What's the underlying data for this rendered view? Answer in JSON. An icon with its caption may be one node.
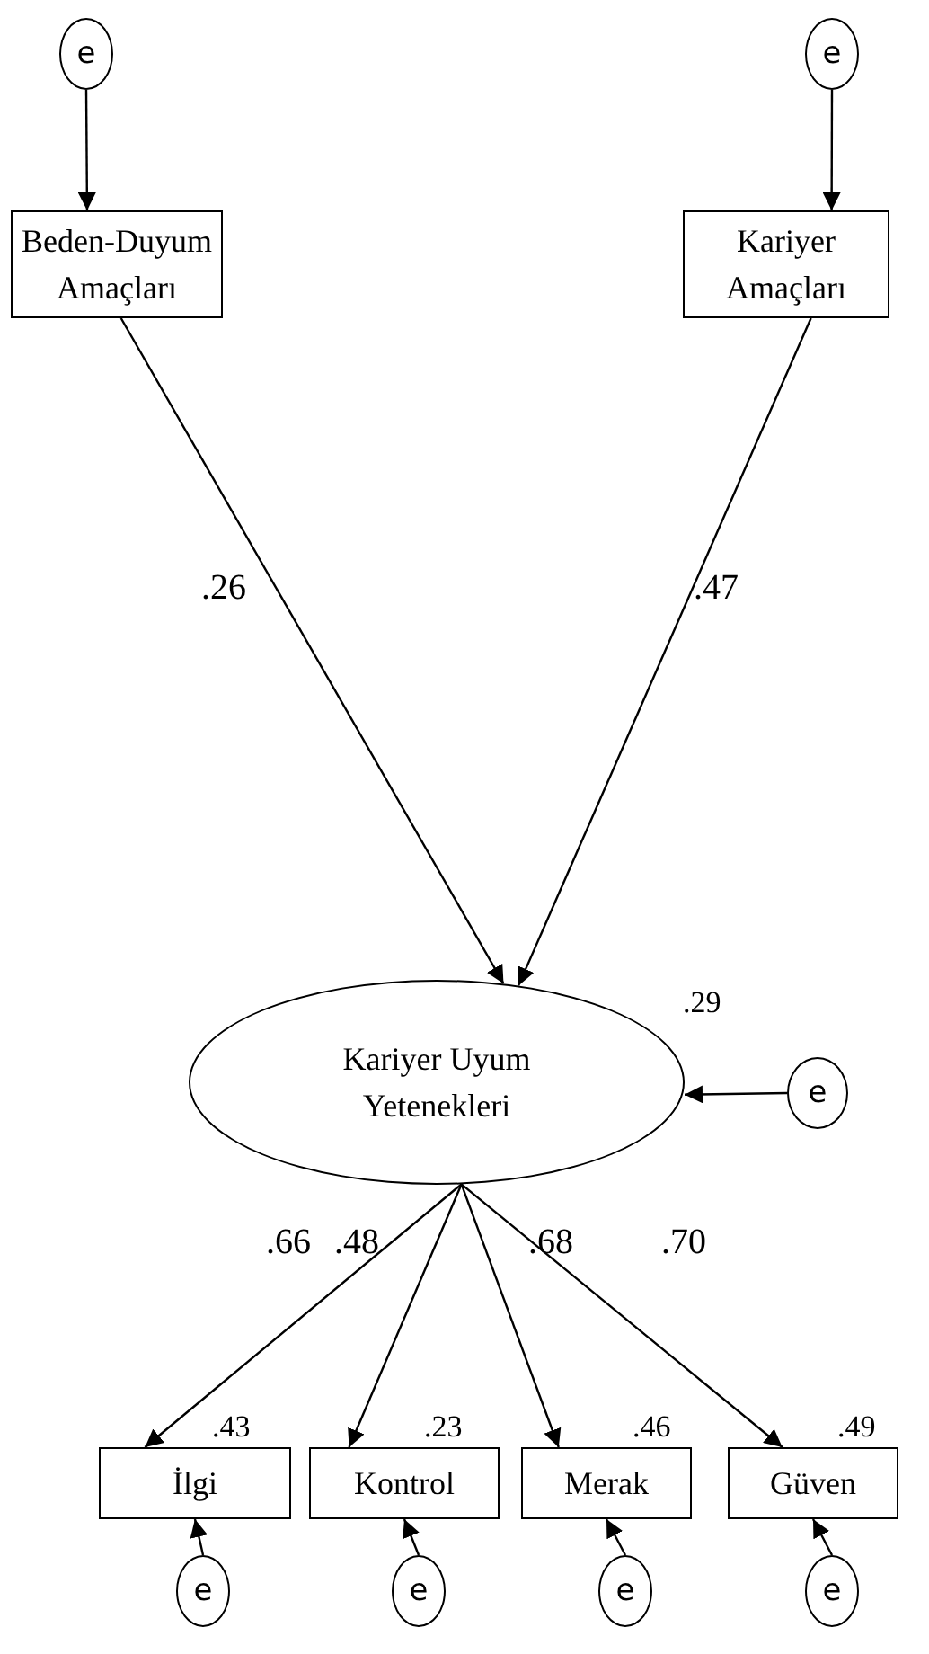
{
  "diagram": {
    "nodes": [
      {
        "text": [
          "e"
        ]
      },
      {
        "text": [
          "e"
        ]
      },
      {
        "text": [
          "Beden-Duyum Amaçları"
        ]
      },
      {
        "text": [
          "Kariyer Amaçları"
        ]
      },
      {
        "text": [
          "Kariyer Uyum Yetenekleri"
        ],
        "beside": [
          ".29"
        ]
      },
      {
        "text": [
          "e"
        ]
      },
      {
        "text": [
          "İlgi"
        ],
        "beside": [
          ".43"
        ]
      },
      {
        "text": [
          "Kontrol"
        ],
        "beside": [
          ".23"
        ]
      },
      {
        "text": [
          "Merak"
        ],
        "beside": [
          ".46"
        ]
      },
      {
        "text": [
          "Güven"
        ],
        "beside": [
          ".49"
        ]
      },
      {
        "text": [
          "e"
        ]
      },
      {
        "text": [
          "e"
        ]
      },
      {
        "text": [
          "e"
        ]
      },
      {
        "text": [
          "e"
        ]
      }
    ],
    "edges": [
      {
        "from": 0,
        "to": 2,
        "arrow": "to"
      },
      {
        "from": 1,
        "to": 3,
        "arrow": "to"
      },
      {
        "from": 2,
        "to": 4,
        "arrow": "to",
        "label": ".26"
      },
      {
        "from": 3,
        "to": 4,
        "arrow": "to",
        "label": ".47"
      },
      {
        "from": 5,
        "to": 4,
        "arrow": "to"
      },
      {
        "from": 4,
        "to": 6,
        "arrow": "to",
        "label": ".66"
      },
      {
        "from": 4,
        "to": 7,
        "arrow": "to",
        "label": ".48"
      },
      {
        "from": 4,
        "to": 8,
        "arrow": "to",
        "label": ".68"
      },
      {
        "from": 4,
        "to": 9,
        "arrow": "to",
        "label": ".70"
      },
      {
        "from": 10,
        "to": 6,
        "arrow": "to"
      },
      {
        "from": 11,
        "to": 7,
        "arrow": "to"
      },
      {
        "from": 12,
        "to": 8,
        "arrow": "to"
      },
      {
        "from": 13,
        "to": 9,
        "arrow": "to"
      }
    ]
  }
}
